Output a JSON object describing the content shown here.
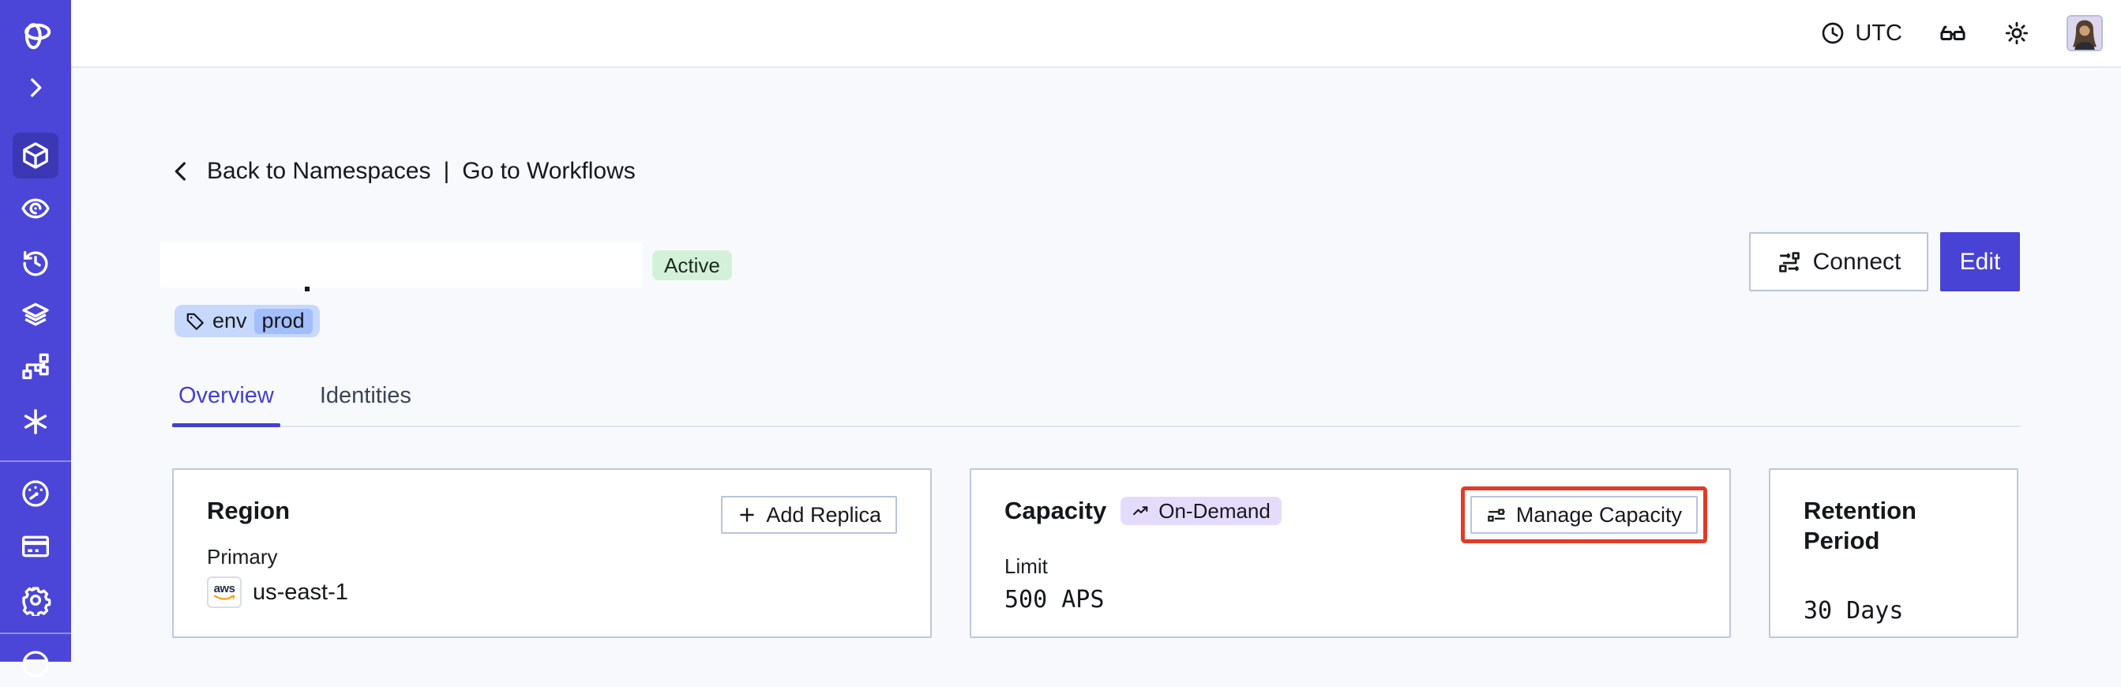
{
  "topbar": {
    "timezone": "UTC"
  },
  "breadcrumb": {
    "back_label": "Back to Namespaces",
    "separator": "|",
    "workflows_label": "Go to Workflows"
  },
  "namespace": {
    "status": "Active",
    "tag_key": "env",
    "tag_value": "prod"
  },
  "actions": {
    "connect_label": "Connect",
    "edit_label": "Edit"
  },
  "tabs": {
    "overview": "Overview",
    "identities": "Identities"
  },
  "cards": {
    "region": {
      "title": "Region",
      "add_replica_label": "Add Replica",
      "field_label": "Primary",
      "provider": "aws",
      "value": "us-east-1"
    },
    "capacity": {
      "title": "Capacity",
      "badge": "On-Demand",
      "manage_label": "Manage Capacity",
      "field_label": "Limit",
      "value": "500 APS"
    },
    "retention": {
      "title": "Retention Period",
      "value": "30 Days"
    }
  },
  "colors": {
    "sidebar_indigo": "#4B46D8",
    "sidebar_active": "#3C37B5",
    "accent_indigo": "#4843D4",
    "tab_active_indigo": "#4540CF",
    "highlight_red": "#E23B27",
    "status_green_bg": "#D3F1D8",
    "badge_purple_bg": "#E5DCFC",
    "tag_blue_bg": "#C7D8FD",
    "tag_chip_bg": "#A2BEFB",
    "card_border": "#BDC8DB",
    "content_bg": "#F8F9FC",
    "aws_orange": "#FF9900"
  },
  "icons": [
    "temporal-logo-icon",
    "chevron-right-icon",
    "namespaces-cube-icon",
    "workflows-eye-icon",
    "schedules-history-icon",
    "deployments-layers-icon",
    "batch-branch-icon",
    "nexus-asterisk-icon",
    "usage-gauge-icon",
    "billing-card-icon",
    "settings-gear-icon",
    "circle-icon",
    "clock-icon",
    "glasses-icon",
    "sun-icon",
    "avatar",
    "back-chevron-icon",
    "connect-flow-icon",
    "plus-icon",
    "trending-up-icon",
    "sliders-icon",
    "tag-icon",
    "aws-logo"
  ]
}
